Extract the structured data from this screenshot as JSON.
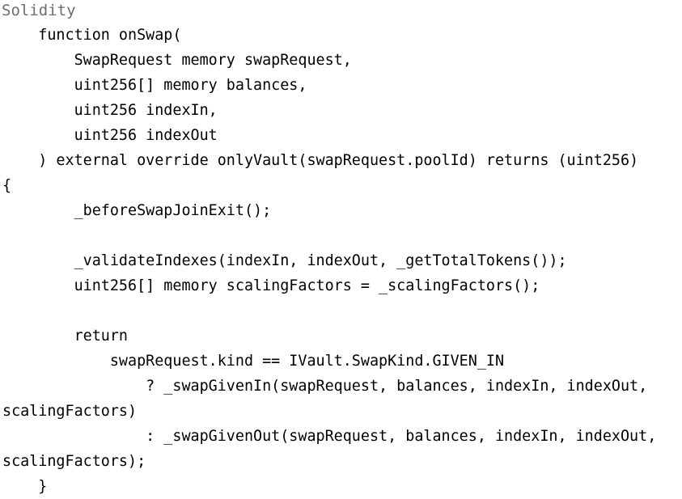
{
  "snippet": {
    "language_label": "Solidity",
    "text_color": "#000000",
    "label_color": "#6e6e6e",
    "background": "#ffffff",
    "lines": [
      "    function onSwap(",
      "        SwapRequest memory swapRequest,",
      "        uint256[] memory balances,",
      "        uint256 indexIn,",
      "        uint256 indexOut",
      "    ) external override onlyVault(swapRequest.poolId) returns (uint256)",
      "{",
      "        _beforeSwapJoinExit();",
      "",
      "        _validateIndexes(indexIn, indexOut, _getTotalTokens());",
      "        uint256[] memory scalingFactors = _scalingFactors();",
      "",
      "        return",
      "            swapRequest.kind == IVault.SwapKind.GIVEN_IN",
      "                ? _swapGivenIn(swapRequest, balances, indexIn, indexOut,",
      "scalingFactors)",
      "                : _swapGivenOut(swapRequest, balances, indexIn, indexOut,",
      "scalingFactors);",
      "    }"
    ]
  }
}
